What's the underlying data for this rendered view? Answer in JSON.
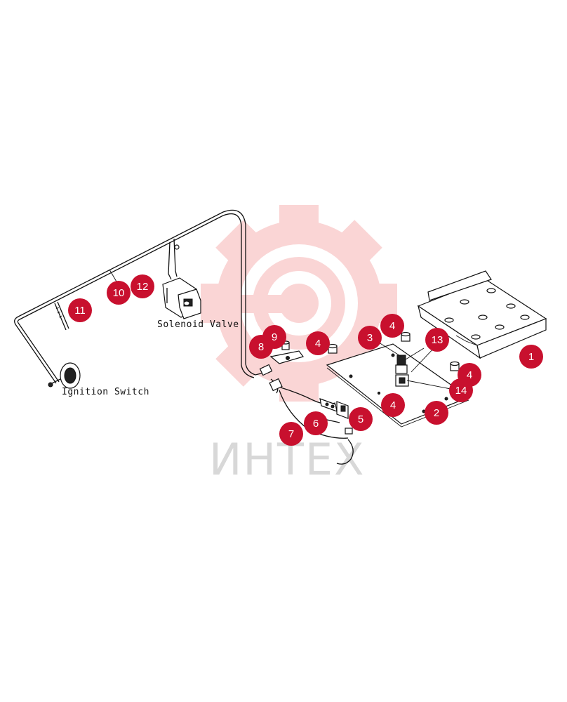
{
  "labels": {
    "solenoid_valve": "Solenoid Valve",
    "ignition_switch": "Ignition Switch"
  },
  "watermark": {
    "text": "ИНТЕХ",
    "color": "#f5b5b5"
  },
  "callouts": [
    {
      "number": "1"
    },
    {
      "number": "2"
    },
    {
      "number": "3"
    },
    {
      "number": "4"
    },
    {
      "number": "4"
    },
    {
      "number": "4"
    },
    {
      "number": "4"
    },
    {
      "number": "5"
    },
    {
      "number": "6"
    },
    {
      "number": "7"
    },
    {
      "number": "8"
    },
    {
      "number": "9"
    },
    {
      "number": "10"
    },
    {
      "number": "11"
    },
    {
      "number": "12"
    },
    {
      "number": "13"
    },
    {
      "number": "14"
    }
  ],
  "colors": {
    "callout_fill": "#c8102e",
    "line_color": "#111111"
  }
}
